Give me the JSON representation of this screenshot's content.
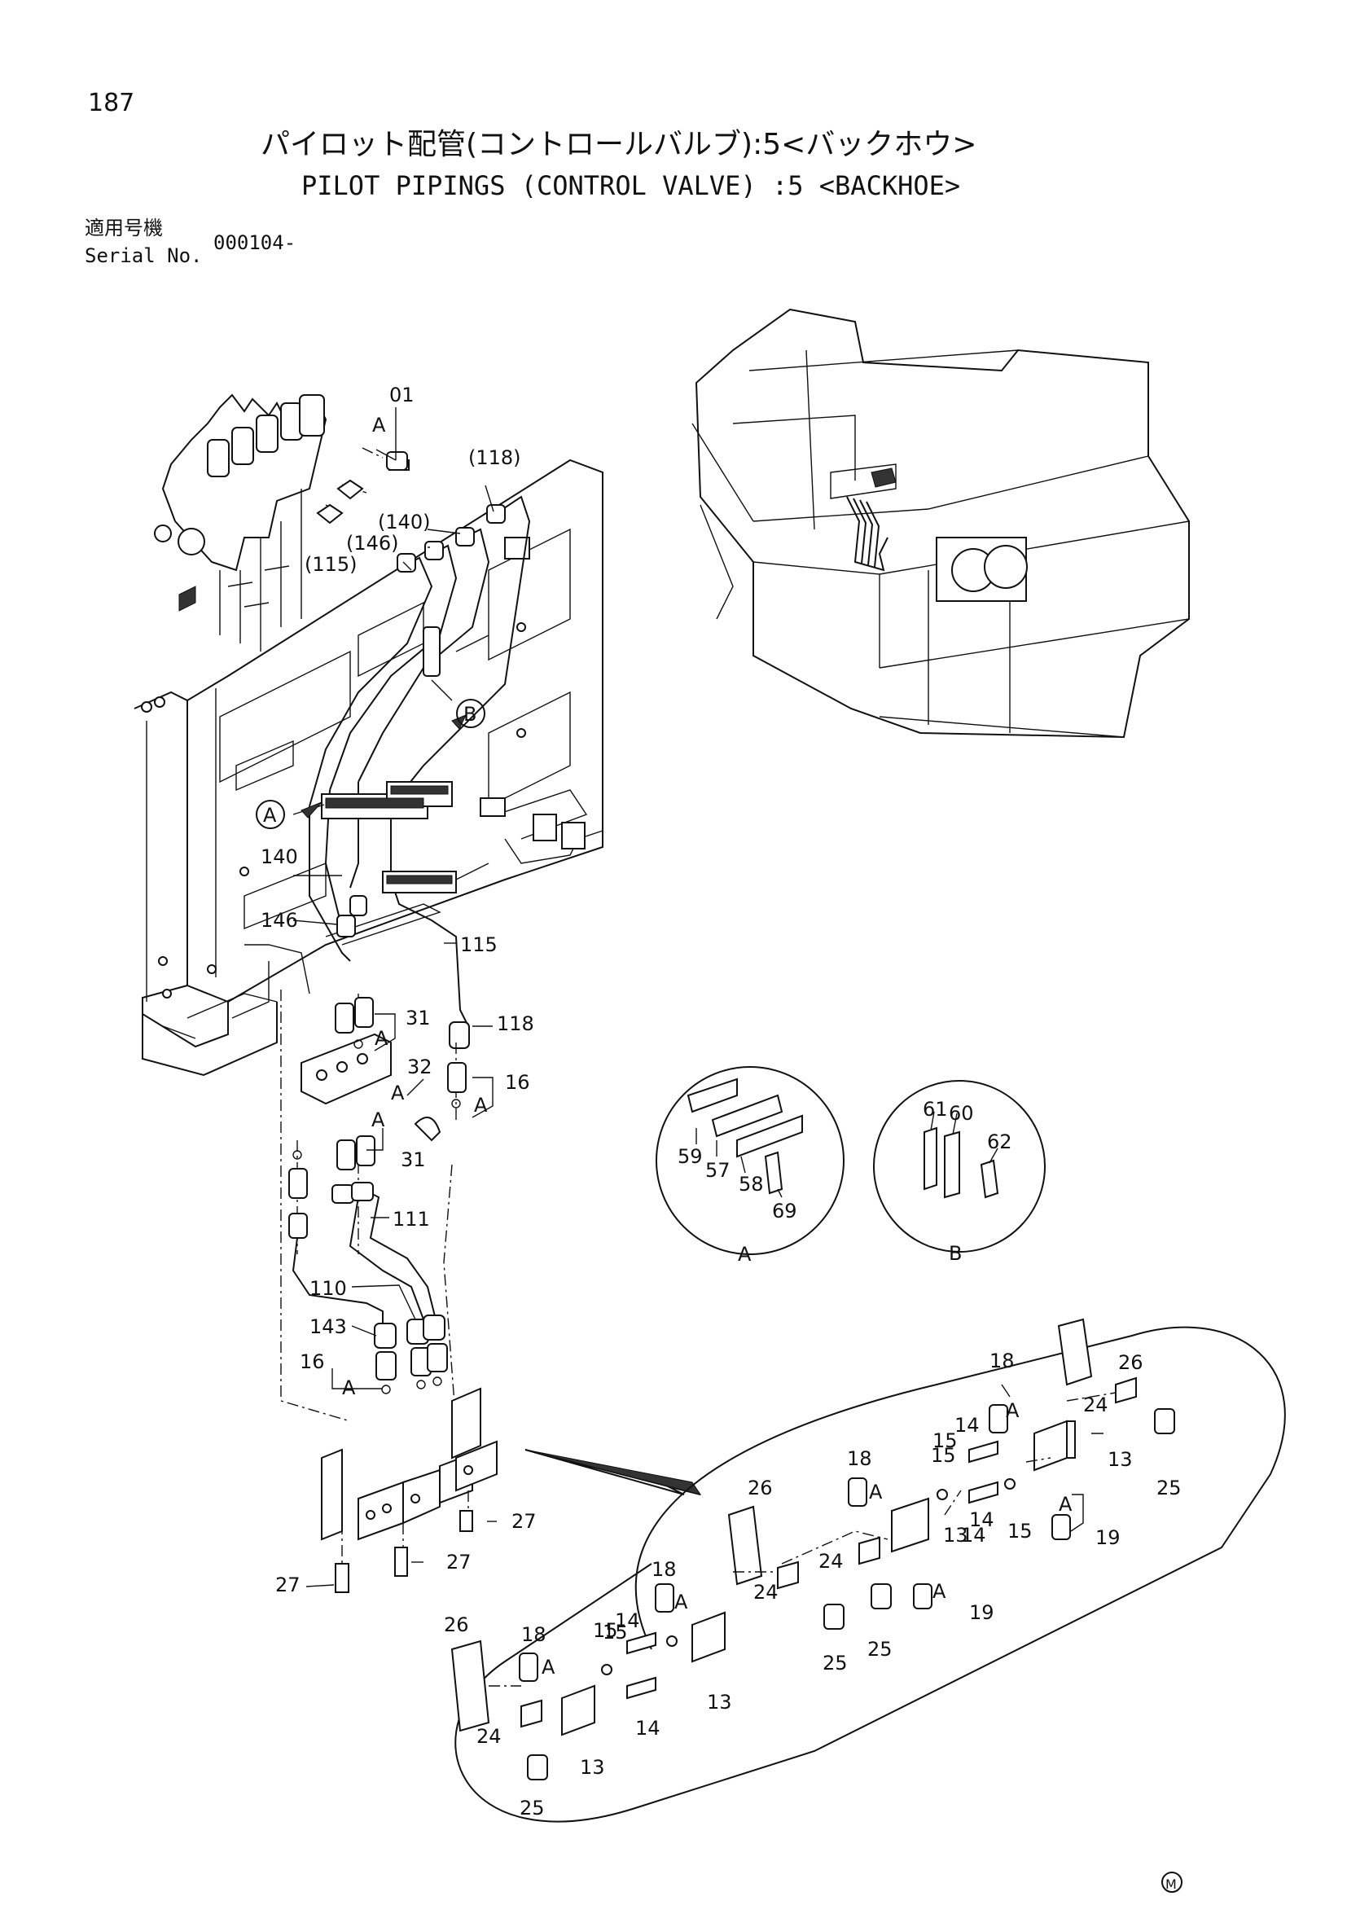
{
  "header": {
    "page_number": "187",
    "title_jp": "パイロット配管(コントロールバルブ):5<バックホウ>",
    "title_en": "PILOT PIPINGS (CONTROL VALVE) :5 <BACKHOE>",
    "serial_label_jp": "適用号機",
    "serial_label_en": "Serial No.",
    "serial_value": "000104-"
  },
  "callouts": {
    "p01": "01",
    "a_top": "A",
    "p118_ref": "(118)",
    "p140_ref": "(140)",
    "p146_ref": "(146)",
    "p115_ref": "(115)",
    "b_circle": "B",
    "a_circle": "A",
    "p140": "140",
    "p146": "146",
    "p115": "115",
    "p118": "118",
    "p31_top": "31",
    "a_31_top": "A",
    "p32": "32",
    "a_32": "A",
    "p16_top": "16",
    "a_16_top": "A",
    "a_31_bot": "A",
    "p31_bot": "31",
    "p111": "111",
    "p110": "110",
    "p143": "143",
    "p16_bot": "16",
    "a_16_bot": "A",
    "p27_a": "27",
    "p27_b": "27",
    "p27_c": "27"
  },
  "detail_a": {
    "p59": "59",
    "p57": "57",
    "p58": "58",
    "p69": "69",
    "label": "A"
  },
  "detail_b": {
    "p61": "61",
    "p60": "60",
    "p62": "62",
    "label": "B"
  },
  "enlarged": {
    "p26_a": "26",
    "p24_a": "24",
    "p25_a": "25",
    "p18_a": "18",
    "a_a": "A",
    "p13_a": "13",
    "p14_a": "14",
    "p15_a": "15",
    "p19_a": "19",
    "a_19a": "A",
    "p18_b": "18",
    "a_b": "A",
    "p15_b": "15",
    "p14_b": "14",
    "p14_c": "14",
    "p15_c": "15",
    "p13_b": "13",
    "a_19b": "A",
    "p19_b": "19",
    "p26_b": "26",
    "p24_b": "24",
    "p24_c": "24",
    "p25_b": "25",
    "p25_c": "25",
    "p18_c": "18",
    "a_c": "A",
    "p14_d": "14",
    "p15_d": "15",
    "p13_c": "13",
    "p26_c": "26",
    "p18_d": "18",
    "a_d": "A",
    "p15_e": "15",
    "p14_e": "14",
    "p24_d": "24",
    "p13_d": "13",
    "p25_d": "25"
  },
  "maker_mark": "M"
}
